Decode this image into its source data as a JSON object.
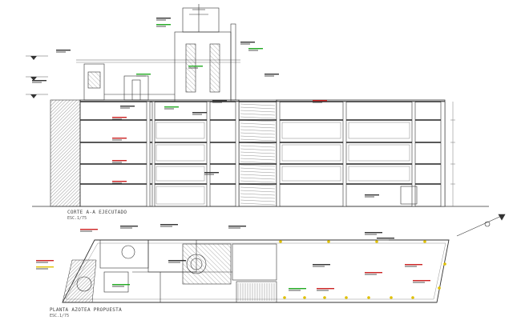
{
  "section": {
    "title": "CORTE A-A EJECUTADO",
    "scale": "ESC.1/75"
  },
  "plan": {
    "title": "PLANTA AZOTEA PROPUESTA",
    "scale": "ESC.1/75"
  },
  "colors": {
    "linework": "#333333",
    "hatch": "#555555",
    "annotation_red": "#cc2222",
    "annotation_green": "#22aa22",
    "annotation_yellow": "#e0c000"
  },
  "icons": [
    "north-arrow-icon",
    "level-marker-icon"
  ]
}
